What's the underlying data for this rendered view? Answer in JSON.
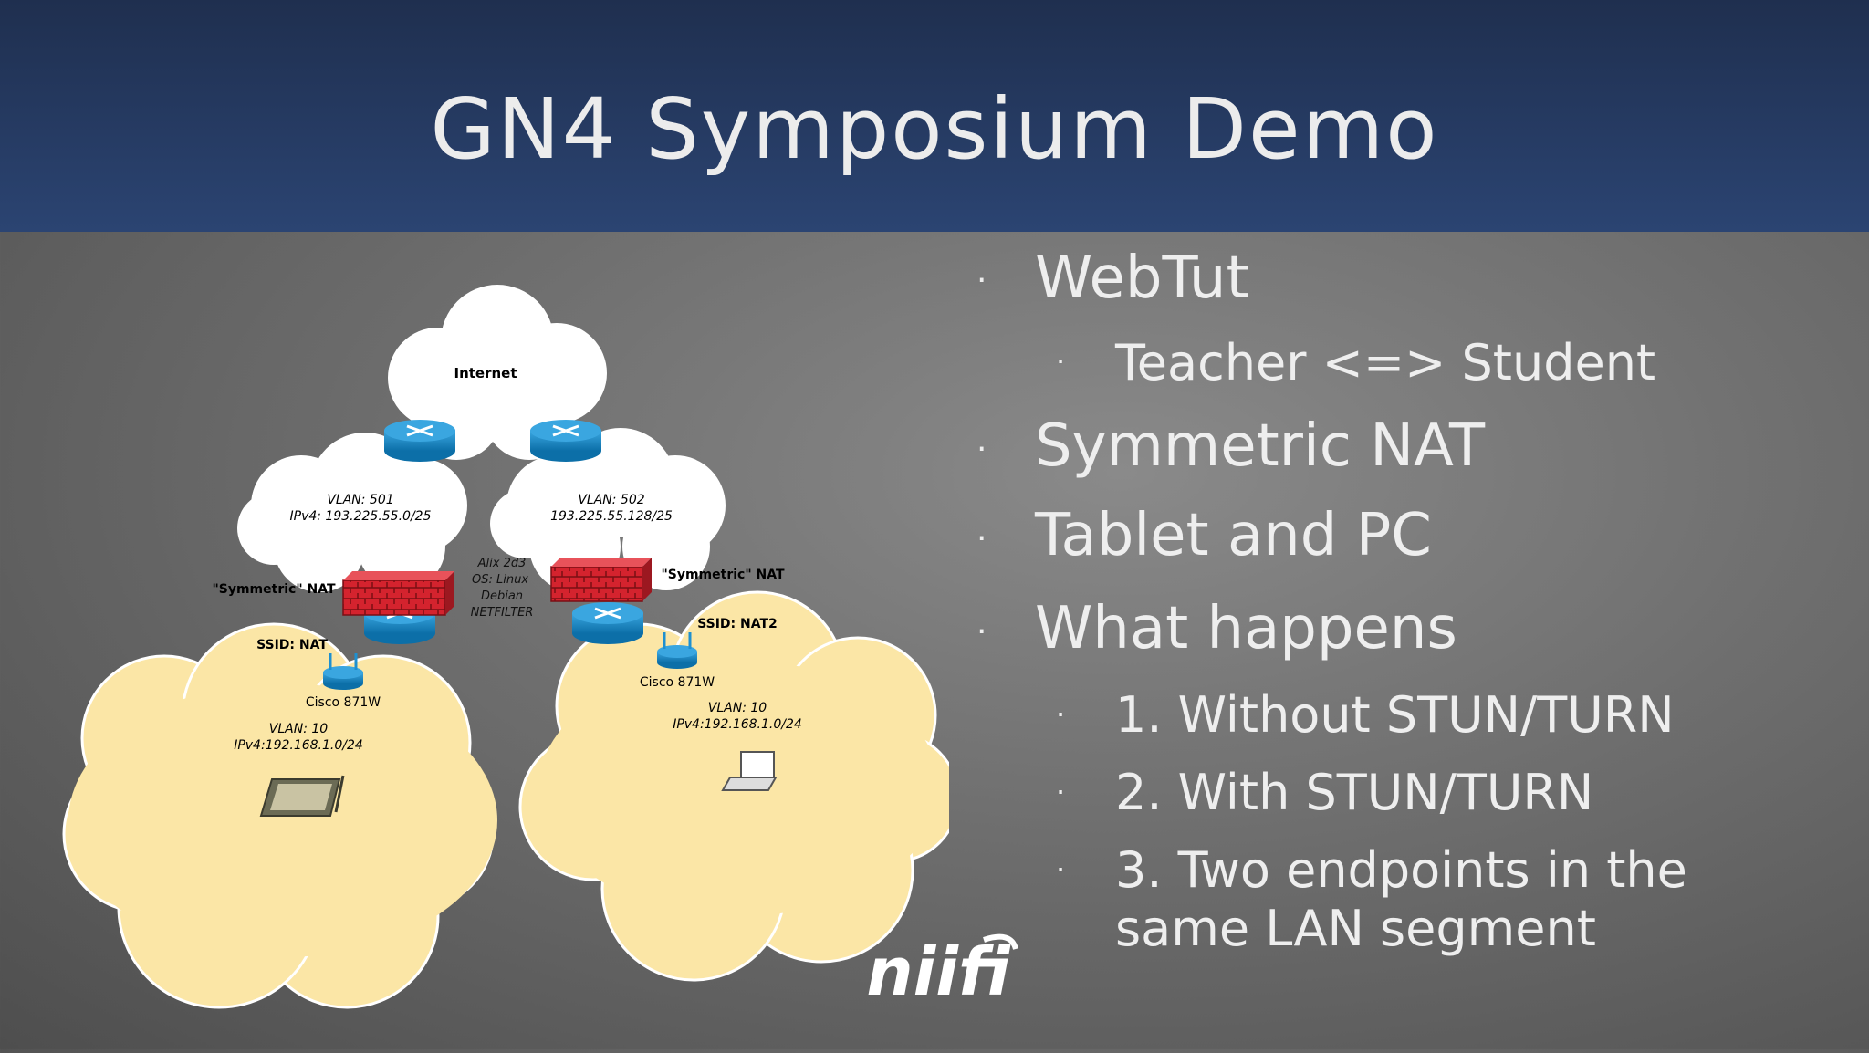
{
  "slide": {
    "title": "GN4 Symposium Demo"
  },
  "bullets": [
    {
      "text": "WebTut"
    },
    {
      "text": "Teacher <=> Student"
    },
    {
      "text": "Symmetric NAT"
    },
    {
      "text": "Tablet and PC"
    },
    {
      "text": "What happens"
    },
    {
      "text": "1. Without STUN/TURN"
    },
    {
      "text": "2. With STUN/TURN"
    },
    {
      "text": "3. Two endpoints in the same LAN segment"
    }
  ],
  "diagram": {
    "internet": "Internet",
    "vlan_left_1": "VLAN: 501",
    "vlan_left_2": "IPv4: 193.225.55.0/25",
    "vlan_right_1": "VLAN: 502",
    "vlan_right_2": "193.225.55.128/25",
    "alix_1": "Alix 2d3",
    "alix_2": "OS: Linux",
    "alix_3": "Debian",
    "alix_4": "NETFILTER",
    "nat_left": "\"Symmetric\" NAT",
    "nat_right": "\"Symmetric\" NAT",
    "ssid_left": "SSID: NAT",
    "ssid_right": "SSID: NAT2",
    "cisco_left": "Cisco 871W",
    "cisco_right": "Cisco 871W",
    "lan_left_1": "VLAN: 10",
    "lan_left_2": "IPv4:192.168.1.0/24",
    "lan_right_1": "VLAN: 10",
    "lan_right_2": "IPv4:192.168.1.0/24"
  },
  "logo": {
    "text": "niifi"
  },
  "colors": {
    "header": "#2b4472",
    "lan_cloud": "#fbe6a6",
    "firewall": "#c8202a",
    "router": "#1e90d0"
  }
}
